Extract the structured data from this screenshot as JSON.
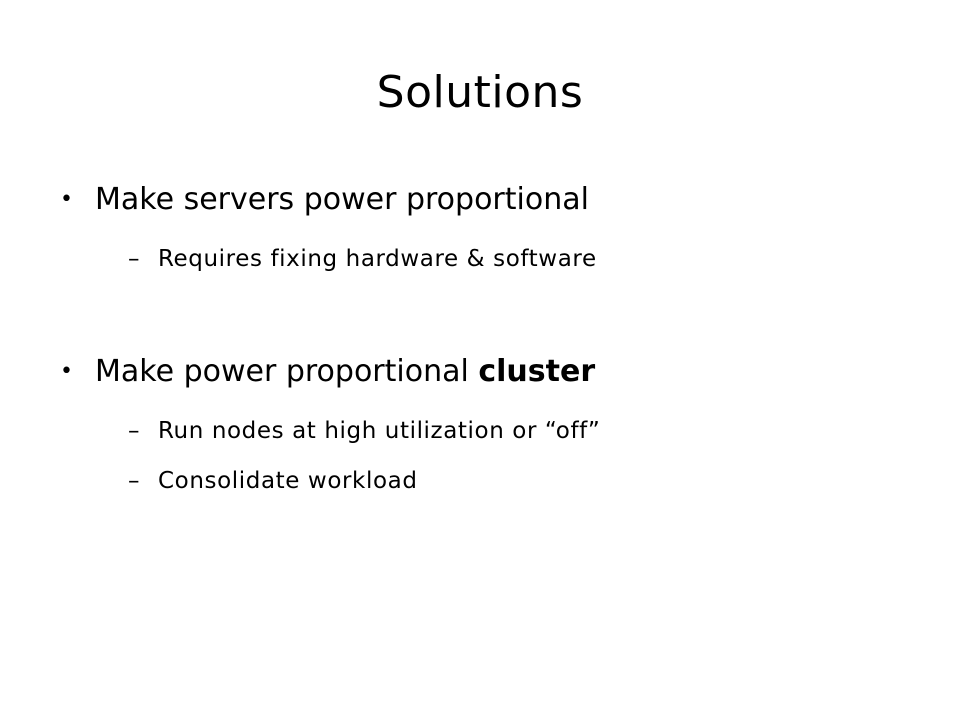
{
  "slide": {
    "title": "Solutions",
    "bullet_marker": "•",
    "sub_marker": "–",
    "bullets": [
      {
        "text": "Make servers power proportional",
        "children": [
          "Requires fixing hardware & software"
        ]
      },
      {
        "text_prefix": "Make power proportional ",
        "text_emphasis": "cluster",
        "children": [
          "Run nodes at high utilization or “off”",
          "Consolidate workload"
        ]
      }
    ]
  }
}
